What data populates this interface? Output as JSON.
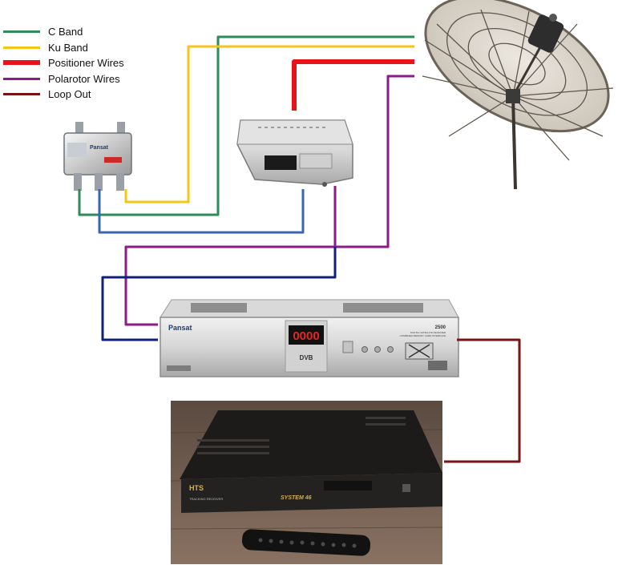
{
  "legend": {
    "items": [
      {
        "label": "C Band",
        "color": "#2e8b5a"
      },
      {
        "label": "Ku Band",
        "color": "#f5c518"
      },
      {
        "label": "Positioner Wires",
        "color": "#e8141a"
      },
      {
        "label": "Polarotor Wires",
        "color": "#8b1a8b"
      },
      {
        "label": "Loop Out",
        "color": "#7a1414"
      }
    ]
  },
  "wire_colors": {
    "blue": "#3a66b0",
    "navy": "#10207a"
  },
  "devices": {
    "switch_brand": "Pansat",
    "receiver_brand": "Pansat",
    "receiver_display": "0000",
    "receiver_badge": "DVB",
    "receiver_model": "2500",
    "receiver_line1": "DIGITAL SATELLITE RECEIVER",
    "receiver_line2": "COMBINED MEMORY CARD INTERFACE",
    "lower_receiver_brand": "HTS",
    "lower_receiver_model": "SYSTEM 46",
    "lower_receiver_subtitle": "TRACKING RECEIVER"
  }
}
